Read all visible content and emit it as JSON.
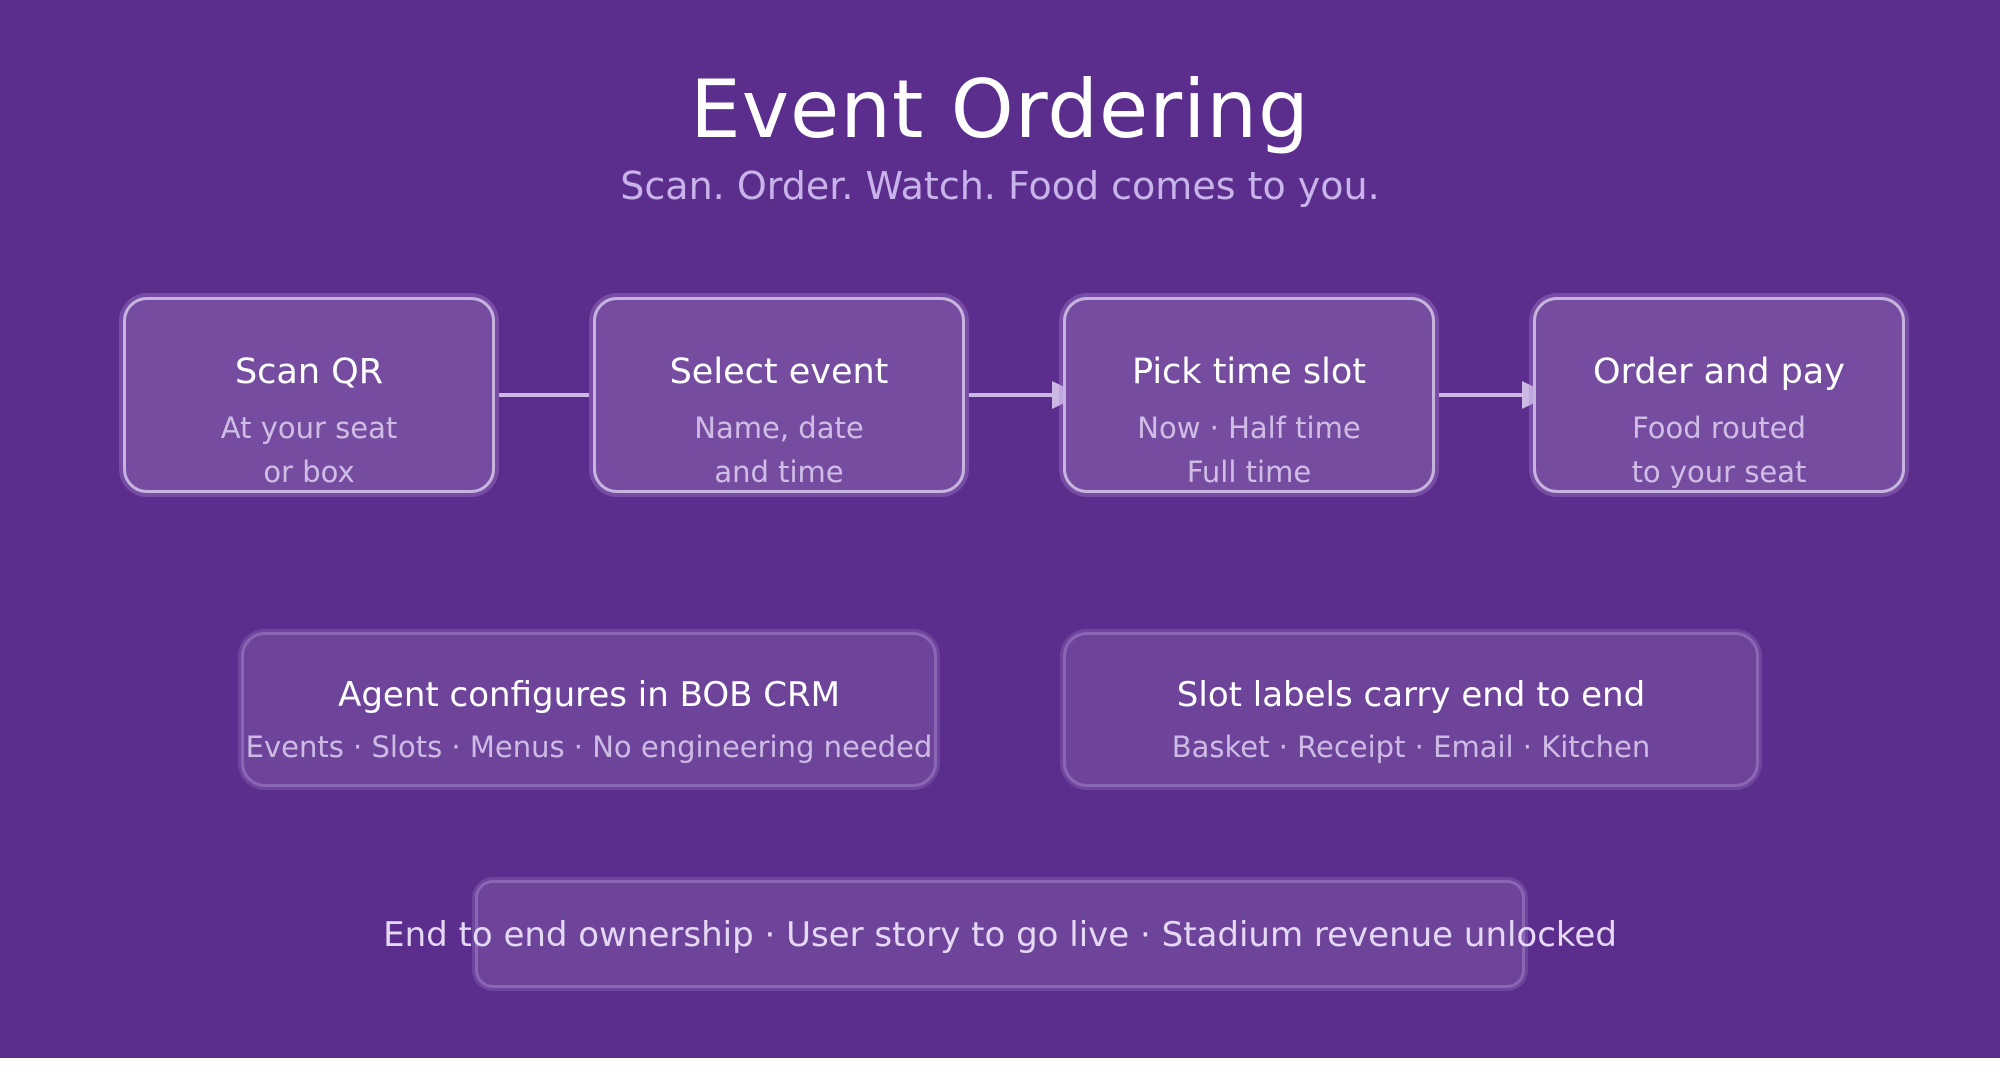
{
  "header": {
    "title": "Event Ordering",
    "subtitle": "Scan. Order. Watch. Food comes to you."
  },
  "steps": [
    {
      "title": "Scan QR",
      "lines": [
        "At your seat",
        "or box"
      ]
    },
    {
      "title": "Select event",
      "lines": [
        "Name, date",
        "and time"
      ]
    },
    {
      "title": "Pick time slot",
      "lines": [
        "Now · Half time",
        "Full time"
      ]
    },
    {
      "title": "Order and pay",
      "lines": [
        "Food routed",
        "to your seat"
      ]
    }
  ],
  "info_boxes": [
    {
      "title": "Agent configures in BOB CRM",
      "subtitle": "Events · Slots · Menus · No engineering needed"
    },
    {
      "title": "Slot labels carry end to end",
      "subtitle": "Basket · Receipt · Email · Kitchen"
    }
  ],
  "footer": {
    "text": "End to end ownership · User story to go live · Stadium revenue unlocked"
  },
  "colors": {
    "background": "#5b2d8c",
    "card": "#764ca0",
    "card_border": "#c7b4de",
    "muted_text": "#c8b3ea",
    "connector": "#cbb8e3"
  }
}
